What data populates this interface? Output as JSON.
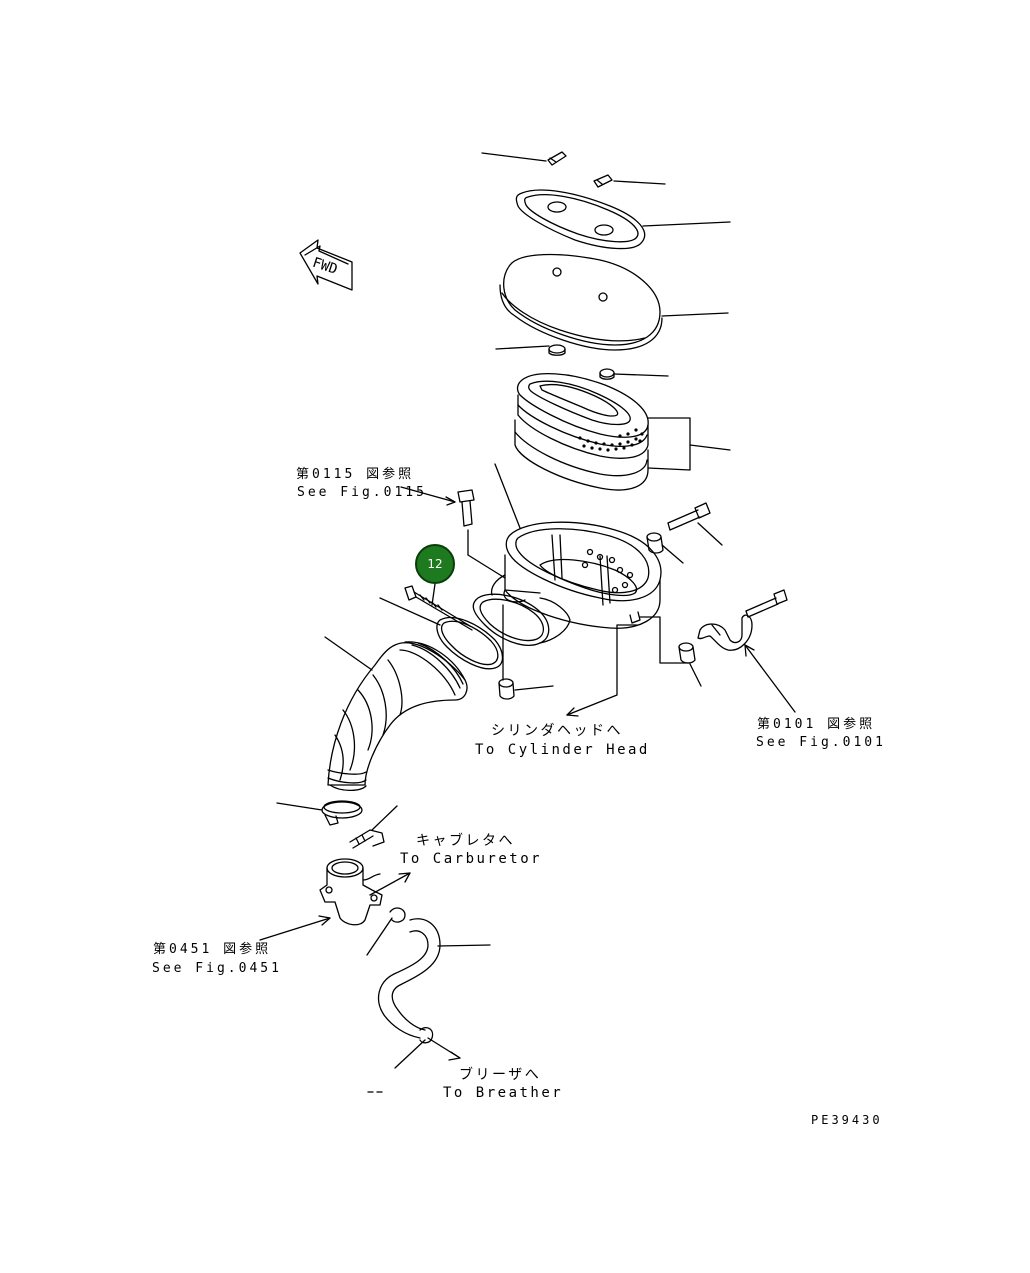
{
  "diagram": {
    "callout_label": "12",
    "callout_color": "#1e7a1e",
    "fwd_text": "FWD",
    "refs": {
      "fig0115_jp": "第0115 図参照",
      "fig0115_en": "See Fig.0115",
      "fig0101_jp": "第0101 図参照",
      "fig0101_en": "See Fig.0101",
      "fig0451_jp": "第0451 図参照",
      "fig0451_en": "See Fig.0451"
    },
    "destinations": {
      "cylinder_head_jp": "シリンダヘッドへ",
      "cylinder_head_en": "To Cylinder Head",
      "carburetor_jp": "キャブレタへ",
      "carburetor_en": "To Carburetor",
      "breather_jp": "ブリーザへ",
      "breather_en": "To Breather"
    },
    "drawing_number": "PE39430"
  }
}
